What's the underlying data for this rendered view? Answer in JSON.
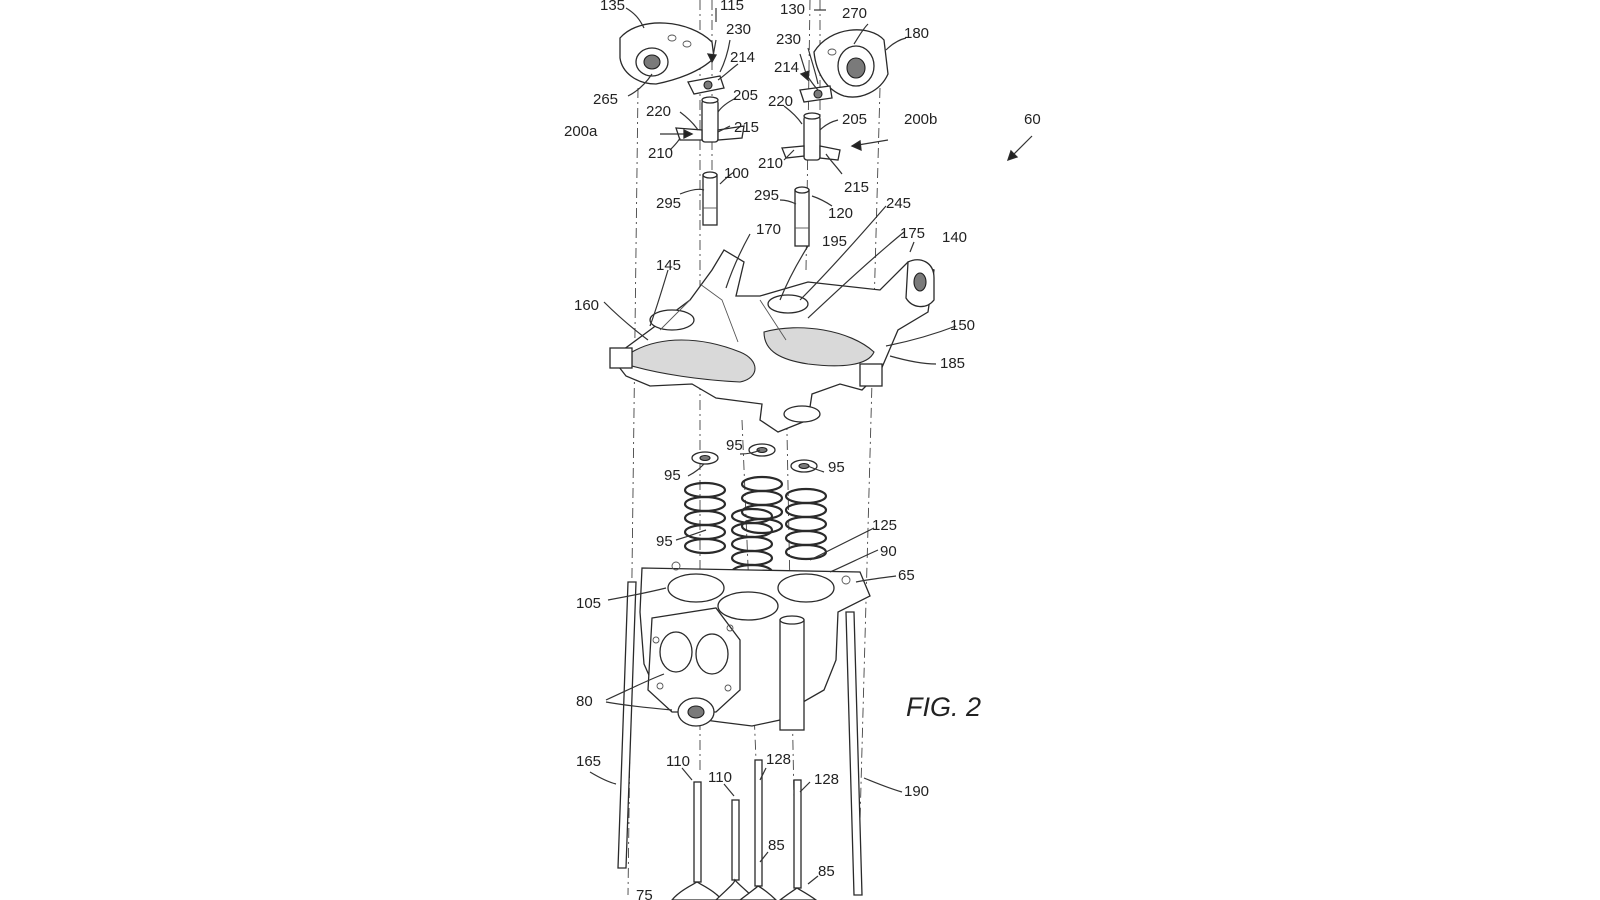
{
  "figure_label": "FIG. 2",
  "reference_numerals": {
    "assembly": "60",
    "rocker_left": "135",
    "rocker_right": "180",
    "rocker_ref_right": "270",
    "rocker_ref_left": "265",
    "axis_left": "115",
    "axis_right": "130",
    "clip_left": "230",
    "clip_right": "230",
    "clip_sub_left": "214",
    "clip_sub_right": "214",
    "post_left": "205",
    "post_right": "205",
    "post_base_left": "220",
    "post_base_right": "220",
    "arm_left": "215",
    "arm_right": "215",
    "foot_left": "210",
    "foot_right": "210",
    "group_left": "200a",
    "group_right": "200b",
    "pin_left": "100",
    "pin_right": "120",
    "pin_step_left": "295",
    "pin_step_right": "295",
    "support_a": "170",
    "support_b": "195",
    "support_c": "245",
    "support_d": "175",
    "bracket_end": "140",
    "bracket_left": "145",
    "carrier_left": "160",
    "carrier_right": "150",
    "carrier_tip": "185",
    "spring_retainer_1": "95",
    "spring_retainer_2": "95",
    "spring_retainer_3": "95",
    "spring_retainer_4": "95",
    "head_ref_125": "125",
    "head_ref_90": "90",
    "head_ref_65": "65",
    "head_ref_105": "105",
    "ports": "80",
    "pushrod_left": "165",
    "pushrod_right": "190",
    "valve_stem_1": "110",
    "valve_stem_2": "110",
    "valve_stem_3": "128",
    "valve_stem_4": "128",
    "valve_head_1": "85",
    "valve_head_2": "85",
    "valve_head_3": "75"
  }
}
